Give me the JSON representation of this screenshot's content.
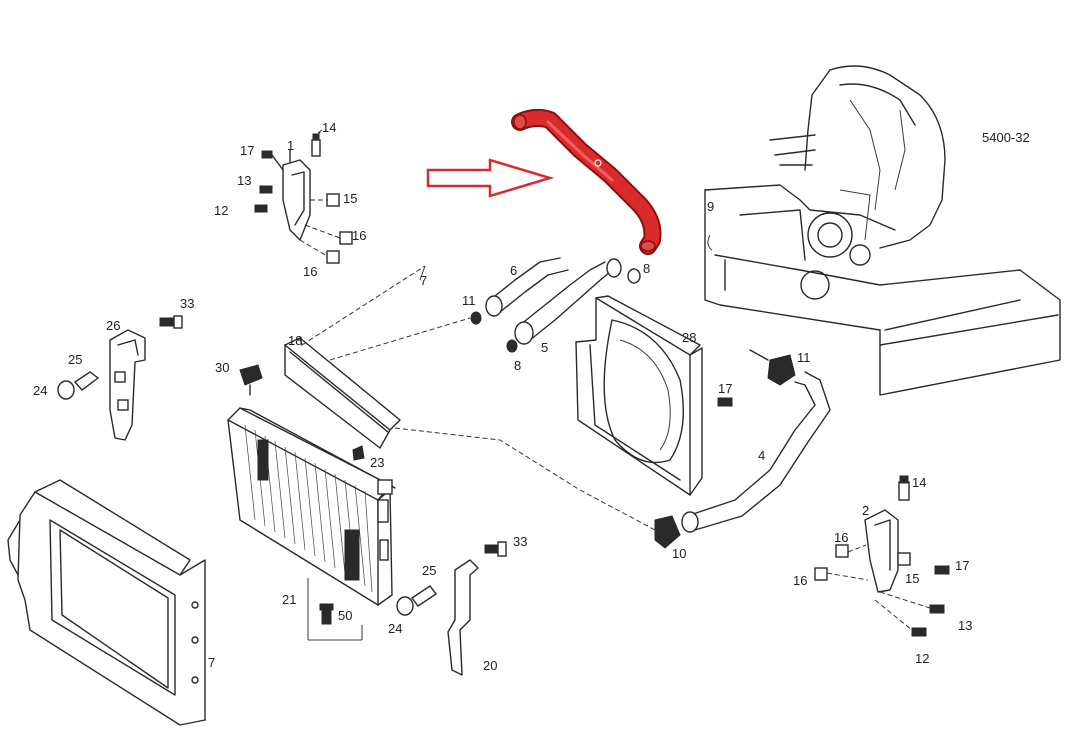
{
  "diagram": {
    "code": "5400-32",
    "highlight_color": "#d92b2b",
    "arrow_color": "#d92b2b",
    "callouts": {
      "c14a": "14",
      "c17a": "17",
      "c1": "1",
      "c13a": "13",
      "c15a": "15",
      "c12a": "12",
      "c16a": "16",
      "c16b": "16",
      "c9": "9",
      "c7top": "7",
      "c6a": "6",
      "c8a": "8",
      "c11a": "11",
      "c8b": "8",
      "c5": "5",
      "c18": "18",
      "c26": "26",
      "c33a": "33",
      "c25a": "25",
      "c24a": "24",
      "c30": "30",
      "c23": "23",
      "c28": "28",
      "c17b": "17",
      "c11b": "11",
      "c4": "4",
      "c10": "10",
      "c21": "21",
      "c50": "50",
      "c24b": "24",
      "c25b": "25",
      "c33b": "33",
      "c20": "20",
      "c7bottom": "7",
      "c14b": "14",
      "c2": "2",
      "c16c": "16",
      "c16d": "16",
      "c17c": "17",
      "c15b": "15",
      "c13b": "13",
      "c12b": "12"
    }
  }
}
